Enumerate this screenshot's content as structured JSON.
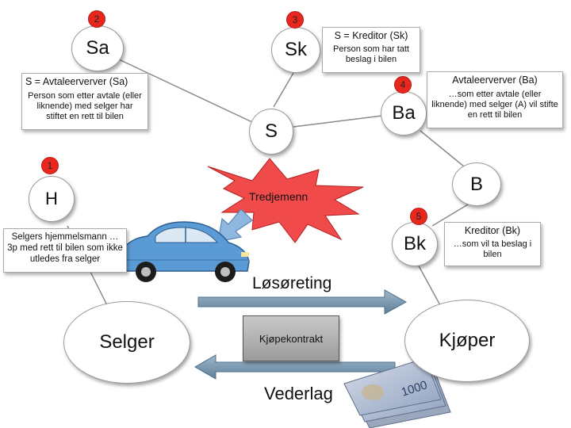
{
  "nodes": {
    "sa": {
      "label": "Sa",
      "badge": "2"
    },
    "sk": {
      "label": "Sk",
      "badge": "3"
    },
    "ba": {
      "label": "Ba",
      "badge": "4"
    },
    "s": {
      "label": "S"
    },
    "h": {
      "label": "H",
      "badge": "1"
    },
    "b": {
      "label": "B"
    },
    "bk": {
      "label": "Bk",
      "badge": "5"
    },
    "selger": {
      "label": "Selger"
    },
    "kjoper": {
      "label": "Kjøper"
    }
  },
  "boxes": {
    "sk": {
      "title": "S = Kreditor (Sk)",
      "desc": "Person som har tatt beslag i bilen"
    },
    "sa": {
      "title": "S = Avtaleerverver (Sa)",
      "desc": "Person som etter avtale (eller liknende) med selger har stiftet en rett til bilen"
    },
    "ba": {
      "title": "Avtaleerverver (Ba)",
      "desc": "…som etter avtale (eller liknende) med selger (A) vil stifte en rett til bilen"
    },
    "h": {
      "desc": "Selgers hjemmelsmann …3p med rett til bilen som ikke utledes fra selger"
    },
    "bk": {
      "title": "Kreditor (Bk)",
      "desc": "…som vil ta beslag i bilen"
    },
    "kontrakt": {
      "label": "Kjøpekontrakt"
    }
  },
  "labels": {
    "tredjemenn": "Tredjemenn",
    "losoreting": "Løsøreting",
    "vederlag": "Vederlag",
    "banknote": "1000"
  },
  "colors": {
    "badge": "#e8281e",
    "arrow": "#6f8ea5",
    "car": "#5b9bd5",
    "starburst": "#f04a4a",
    "kontrakt": "#a6a6a6"
  }
}
